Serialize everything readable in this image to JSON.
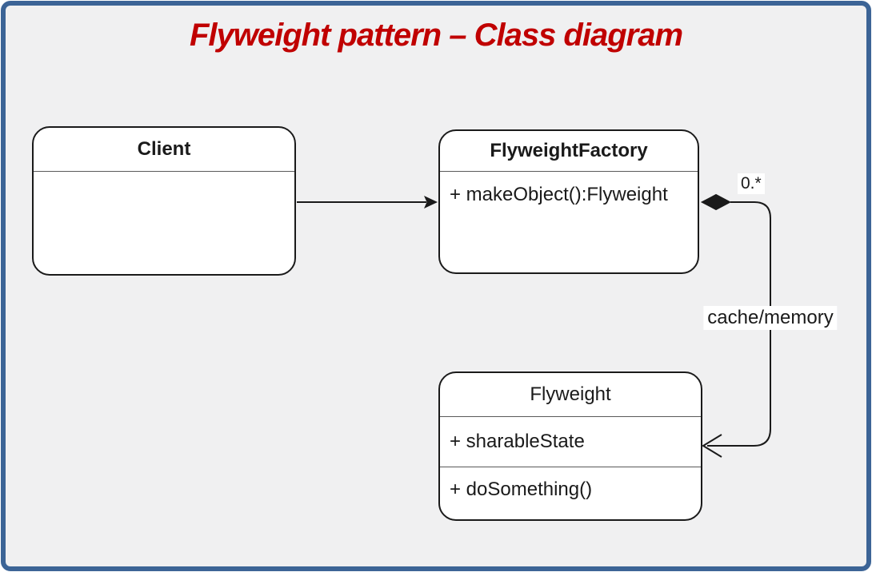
{
  "title": {
    "text": "Flyweight pattern – Class diagram"
  },
  "classes": {
    "client": {
      "name": "Client",
      "attributes": [],
      "operations": []
    },
    "factory": {
      "name": "FlyweightFactory",
      "method": "+ makeObject():Flyweight"
    },
    "flyweight": {
      "name": "Flyweight",
      "attribute": "+ sharableState",
      "method": "+ doSomething()"
    }
  },
  "connectors": {
    "client_to_factory": {
      "type": "directed-association",
      "from": "Client",
      "to": "FlyweightFactory"
    },
    "factory_to_flyweight": {
      "type": "composition",
      "from": "FlyweightFactory",
      "to": "Flyweight",
      "multiplicity": "0.*",
      "label": "cache/memory"
    }
  },
  "colors": {
    "title": "#c00000",
    "frame_border": "#3c6496",
    "canvas_background": "#f0f0f1",
    "shape_border": "#1a1a1a",
    "shape_fill": "#ffffff"
  }
}
